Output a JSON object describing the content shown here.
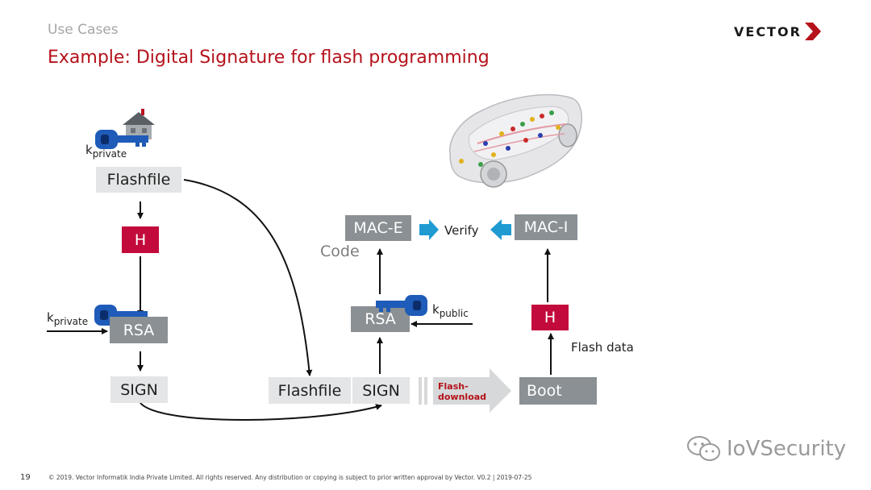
{
  "header": {
    "section": "Use Cases",
    "title": "Example: Digital Signature for flash programming",
    "logo_text": "VECTOR"
  },
  "left_chain": {
    "key_top": {
      "main": "k",
      "sub": "private"
    },
    "flashfile": "Flashfile",
    "hash": "H",
    "key_rsa": {
      "main": "k",
      "sub": "private"
    },
    "rsa": "RSA",
    "sign": "SIGN"
  },
  "middle": {
    "flashfile": "Flashfile",
    "sign": "SIGN",
    "flash_download": "Flash-download",
    "rsa": "RSA",
    "key_public": {
      "main": "k",
      "sub": "public"
    },
    "mac_e": "MAC-E",
    "code": "Code",
    "verify": "Verify"
  },
  "right": {
    "mac_i": "MAC-I",
    "hash": "H",
    "flash_data": "Flash data",
    "boot": "Boot"
  },
  "footer": {
    "page": "19",
    "copyright": "© 2019. Vector Informatik India Private Limited. All rights reserved. Any distribution or copying is subject to prior written approval by Vector. V0.2 | 2019-07-25"
  },
  "watermark": "IoVSecurity",
  "colors": {
    "title_red": "#b5121b",
    "hash_red": "#c30a3c",
    "light_box": "#e3e5e6",
    "dark_box": "#8a9094",
    "arrow_blue": "#1f9bd2",
    "key_blue": "#1f5bb8"
  }
}
